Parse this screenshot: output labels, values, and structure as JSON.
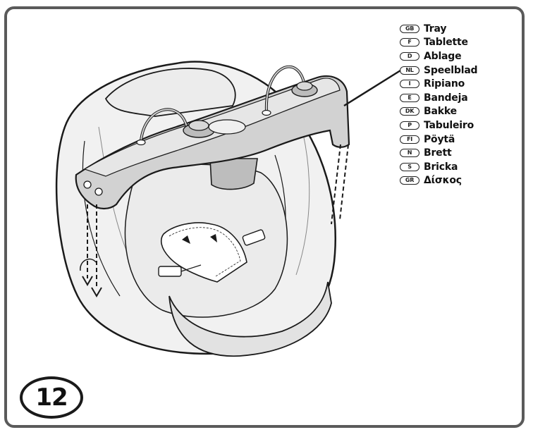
{
  "step": {
    "number": "12"
  },
  "legend": [
    {
      "code": "GB",
      "term": "Tray"
    },
    {
      "code": "F",
      "term": "Tablette"
    },
    {
      "code": "D",
      "term": "Ablage"
    },
    {
      "code": "NL",
      "term": "Speelblad"
    },
    {
      "code": "I",
      "term": "Ripiano"
    },
    {
      "code": "E",
      "term": "Bandeja"
    },
    {
      "code": "DK",
      "term": "Bakke"
    },
    {
      "code": "P",
      "term": "Tabuleiro"
    },
    {
      "code": "FI",
      "term": "Pöytä"
    },
    {
      "code": "N",
      "term": "Brett"
    },
    {
      "code": "S",
      "term": "Bricka"
    },
    {
      "code": "GR",
      "term": "Δίσκος"
    }
  ]
}
